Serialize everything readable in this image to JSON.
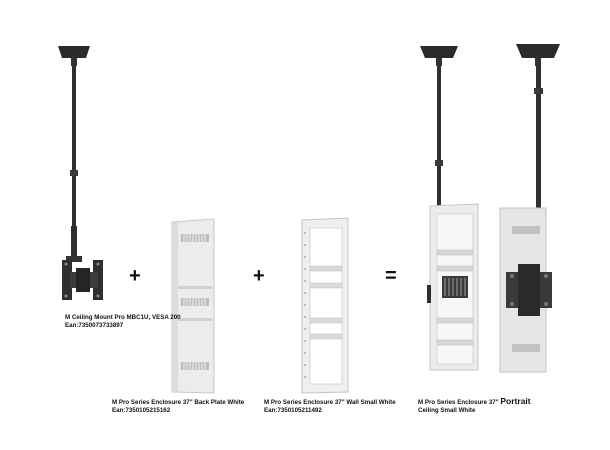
{
  "products": [
    {
      "name": "M Ceiling Mount Pro MBC1U, VESA 200",
      "ean": "Ean:7350073733897"
    },
    {
      "name": "M Pro Series Enclosure 37\" Back Plate White",
      "ean": "Ean:7350105215162"
    },
    {
      "name": "M Pro Series Enclosure 37\" Wall Small White",
      "ean": "Ean:7350105211492"
    },
    {
      "name_prefix": "M Pro Series Enclosure 37\"",
      "name_emphasis": "Portrait",
      "name_line2": "Ceiling Small White"
    }
  ],
  "operators": {
    "plus_1": "+",
    "plus_2": "+",
    "equals": "="
  },
  "colors": {
    "mount": "#2b2b2b",
    "panel": "#e9e9e9",
    "panel_edge": "#c8c8c8",
    "background": "#ffffff"
  }
}
